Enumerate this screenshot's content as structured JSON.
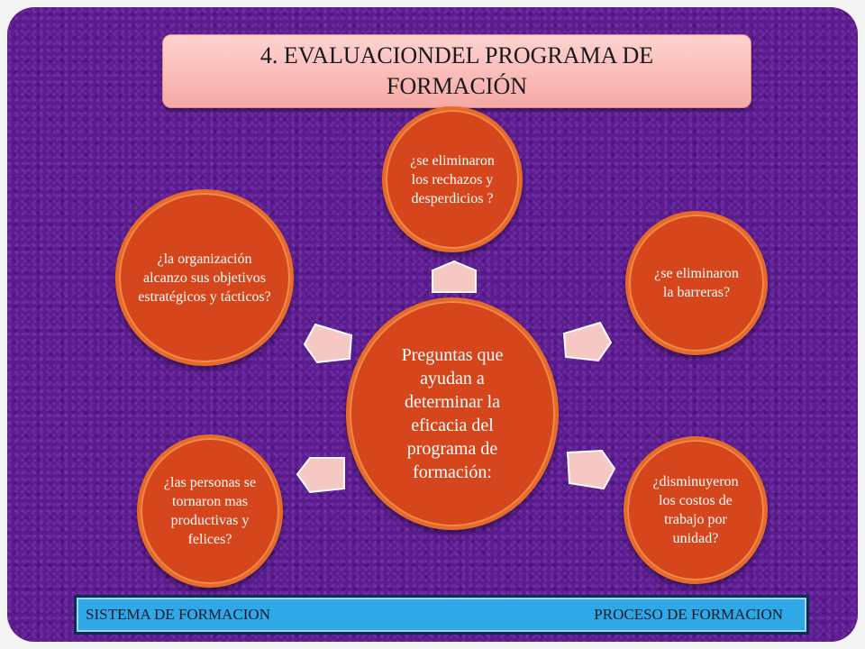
{
  "title": {
    "line1": "4. EVALUACIONDEL PROGRAMA DE",
    "line2": "FORMACIÓN"
  },
  "center": {
    "text": "Preguntas que ayudan a determinar la eficacia del programa de formación:"
  },
  "questions": [
    {
      "text": "¿se eliminaron los rechazos y desperdicios ?"
    },
    {
      "text": "¿se eliminaron la barreras?"
    },
    {
      "text": "¿disminuyeron los costos de trabajo por unidad?"
    },
    {
      "text": "¿las personas se tornaron mas productivas y felices?"
    },
    {
      "text": "¿la organización alcanzo sus objetivos estratégicos y tácticos?"
    }
  ],
  "footer": {
    "left": "SISTEMA DE FORMACION",
    "right": "PROCESO DE FORMACION"
  },
  "colors": {
    "background": "#5a1d8c",
    "title_box": "#f5a9a5",
    "circle_fill": "#d6461c",
    "arrow_fill": "#f6c8c4",
    "footer": "#2ea8e6"
  }
}
